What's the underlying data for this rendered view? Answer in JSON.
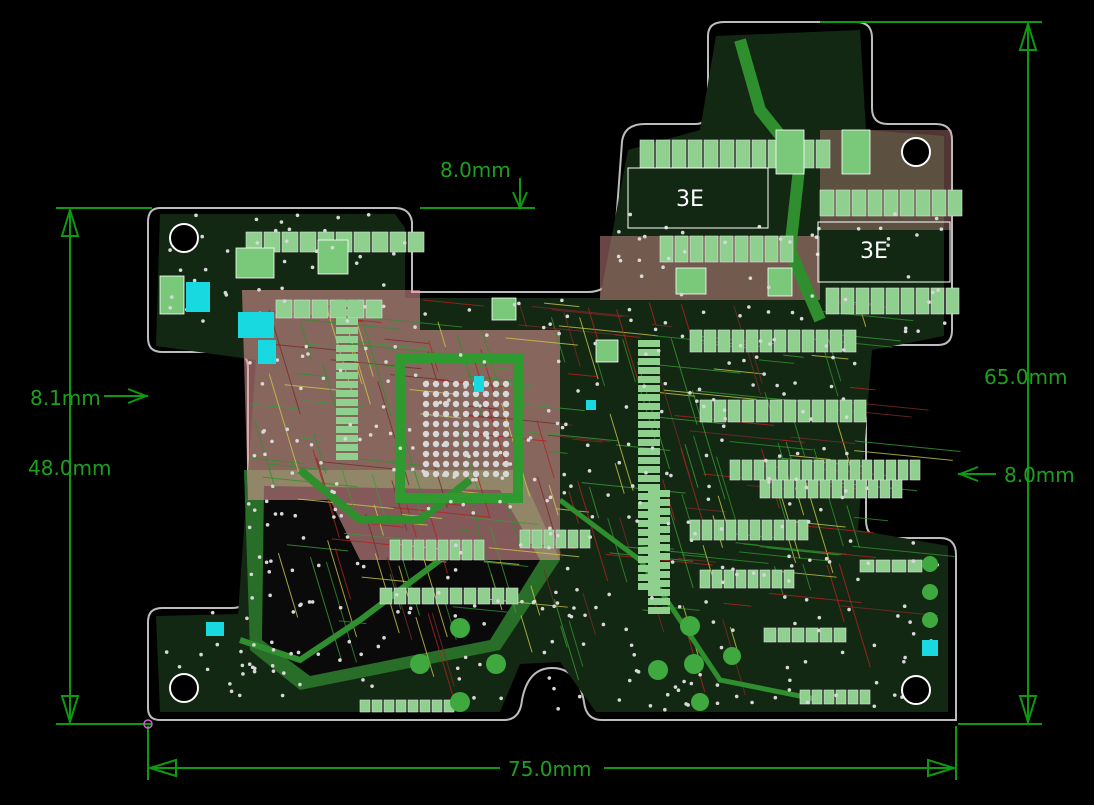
{
  "dimensions": {
    "top_offset": "8.0mm",
    "left_offset": "8.1mm",
    "height_left": "48.0mm",
    "height_right": "65.0mm",
    "right_offset": "8.0mm",
    "width_bottom": "75.0mm"
  },
  "colors": {
    "background": "#000000",
    "dimension": "#0e9a0e",
    "outline": "#bdbdbd",
    "copper_top": "#2f8f2f",
    "copper_fill": "#1f3f1f",
    "pad": "#8fd08f",
    "silk": "#ffffff",
    "trace_red": "#b42020",
    "trace_pink": "#e89a9a",
    "cyan": "#18d8e0",
    "via": "#d8d8d8",
    "yellow": "#c8c84a"
  },
  "labels": {
    "ic_marking": "3E",
    "ic_marking2": "3E"
  }
}
